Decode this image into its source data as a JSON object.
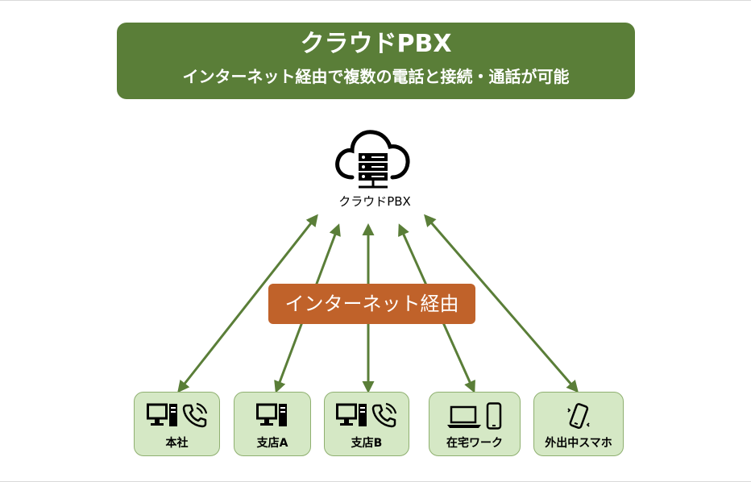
{
  "banner": {
    "title": "クラウドPBX",
    "subtitle": "インターネット経由で複数の電話と接続・通話が可能",
    "color": "#5a7e38"
  },
  "hub": {
    "label": "クラウドPBX",
    "icon": "cloud-server-icon"
  },
  "connection": {
    "label": "インターネット経由",
    "color": "#c0622a",
    "arrow_color": "#5a7e38"
  },
  "endpoints": [
    {
      "label": "本社",
      "icons": [
        "desktop-pc-icon",
        "phone-icon"
      ]
    },
    {
      "label": "支店A",
      "icons": [
        "desktop-pc-icon"
      ]
    },
    {
      "label": "支店B",
      "icons": [
        "desktop-pc-icon",
        "phone-icon"
      ]
    },
    {
      "label": "在宅ワーク",
      "icons": [
        "laptop-icon",
        "smartphone-icon"
      ]
    },
    {
      "label": "外出中スマホ",
      "icons": [
        "vibrating-smartphone-icon"
      ]
    }
  ],
  "endpoint_color": "#d5e8c5"
}
